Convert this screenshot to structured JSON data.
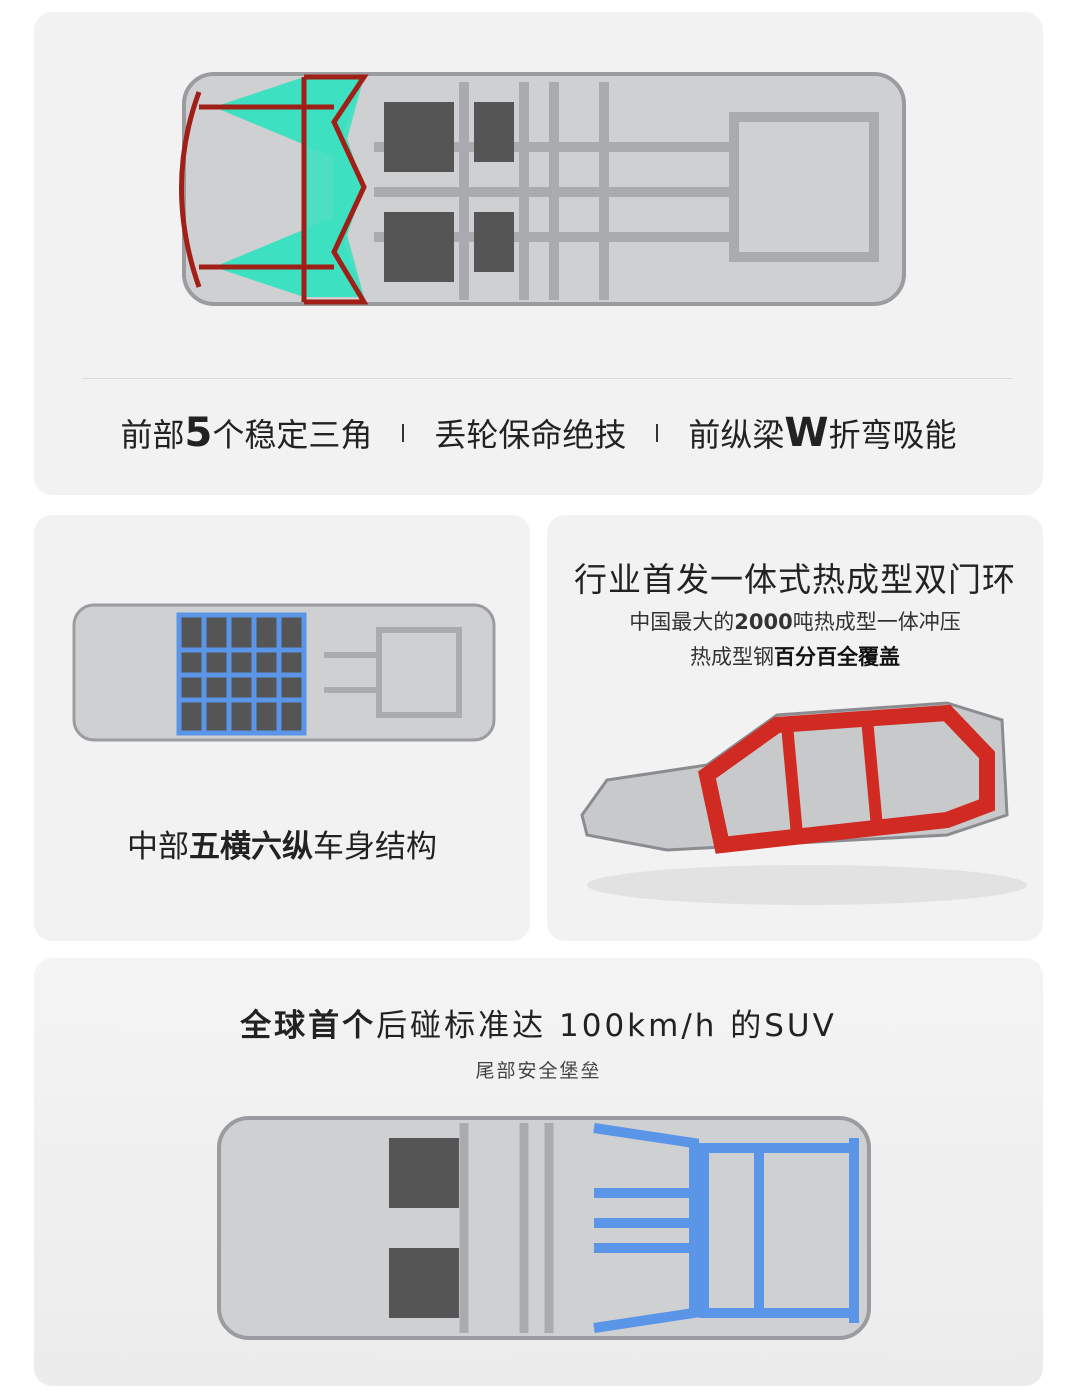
{
  "front": {
    "p1": "前部",
    "n1": "5",
    "p2": "个稳定三角",
    "f2": "丢轮保命绝技",
    "p3": "前纵梁",
    "n3": "W",
    "p4": "折弯吸能"
  },
  "middle": {
    "pre": "中部",
    "bold": "五横六纵",
    "post": "车身结构"
  },
  "ring": {
    "title": "行业首发一体式热成型双门环",
    "l1a": "中国最大的",
    "l1b": "2000",
    "l1c": "吨热成型一体冲压",
    "l2a": "热成型钢",
    "l2b": "百分百全覆盖"
  },
  "rear": {
    "bold": "全球首个",
    "rest": "后碰标准达 100km/h 的SUV",
    "sub": "尾部安全堡垒"
  },
  "colors": {
    "triangle": "#3de0c0",
    "outline": "#a02018",
    "blue": "#5a95e8",
    "red": "#d02a22"
  }
}
